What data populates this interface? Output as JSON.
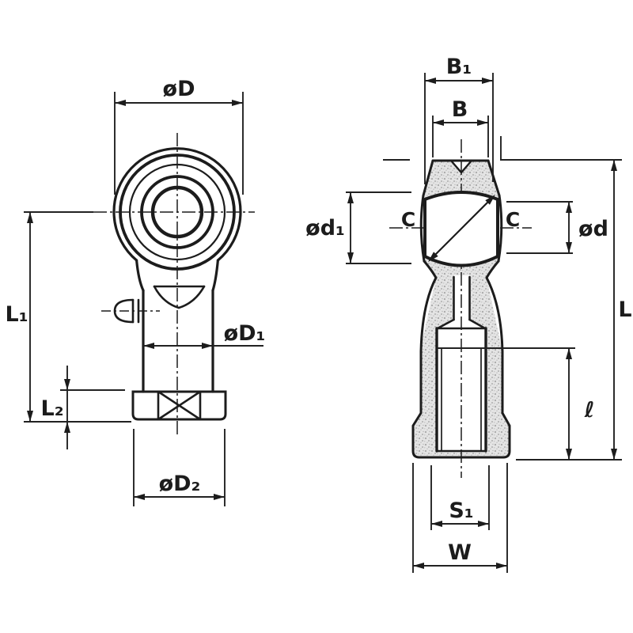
{
  "drawing": {
    "dims": {
      "phi_D": "øD",
      "phi_D1": "øD₁",
      "phi_D2": "øD₂",
      "L1": "L₁",
      "L2": "L₂",
      "B1": "B₁",
      "B": "B",
      "C_left": "C",
      "C_right": "C",
      "phi_d1": "ød₁",
      "phi_d": "ød",
      "L": "L",
      "ell": "ℓ",
      "S1": "S₁",
      "W": "W"
    },
    "colors": {
      "line": "#1c1c1c",
      "background": "#ffffff",
      "section_fill": "#e4e4e4",
      "section_speck": "#9e9e9e"
    }
  }
}
